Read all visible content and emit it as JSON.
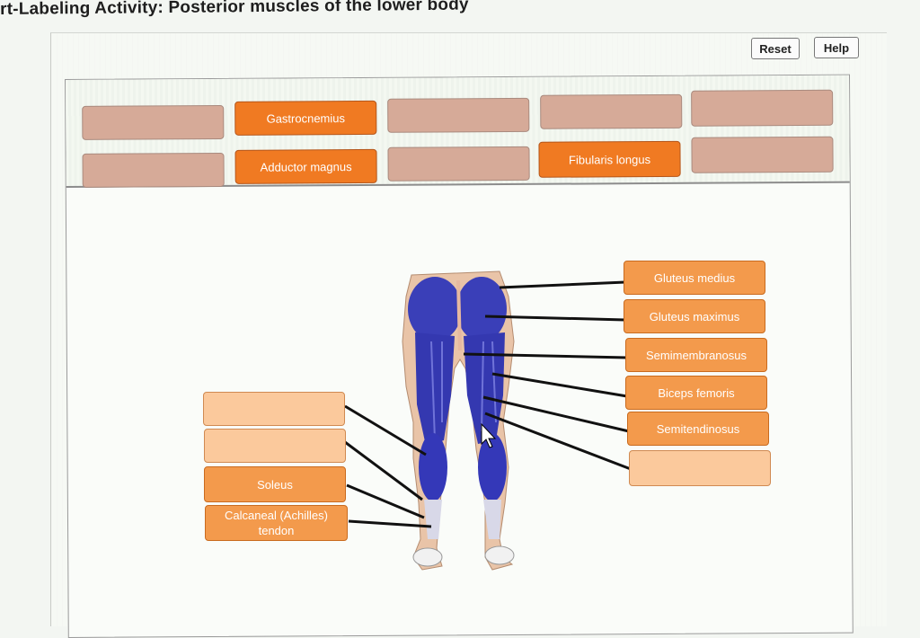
{
  "header": {
    "title": "rt-Labeling Activity: Posterior muscles of the lower body"
  },
  "toolbar": {
    "reset_label": "Reset",
    "help_label": "Help"
  },
  "label_bank": [
    {
      "label": ""
    },
    {
      "label": "Gastrocnemius"
    },
    {
      "label": ""
    },
    {
      "label": ""
    },
    {
      "label": ""
    },
    {
      "label": ""
    },
    {
      "label": "Adductor magnus"
    },
    {
      "label": ""
    },
    {
      "label": "Fibularis longus"
    },
    {
      "label": ""
    }
  ],
  "right_targets": [
    {
      "label": "Gluteus medius"
    },
    {
      "label": "Gluteus maximus"
    },
    {
      "label": "Semimembranosus"
    },
    {
      "label": "Biceps femoris"
    },
    {
      "label": "Semitendinosus"
    },
    {
      "label": ""
    }
  ],
  "left_targets": [
    {
      "label": ""
    },
    {
      "label": ""
    },
    {
      "label": "Soleus"
    },
    {
      "label": "Calcaneal (Achilles) tendon"
    }
  ],
  "colors": {
    "placed_label": "#f07a22",
    "empty_slot": "#d6aa98",
    "target_filled": "#f39a4c",
    "target_empty": "#fbc99c",
    "muscle": "#3b3fc0"
  },
  "figure": {
    "icon": "posterior-legs-anatomy-illustration"
  }
}
